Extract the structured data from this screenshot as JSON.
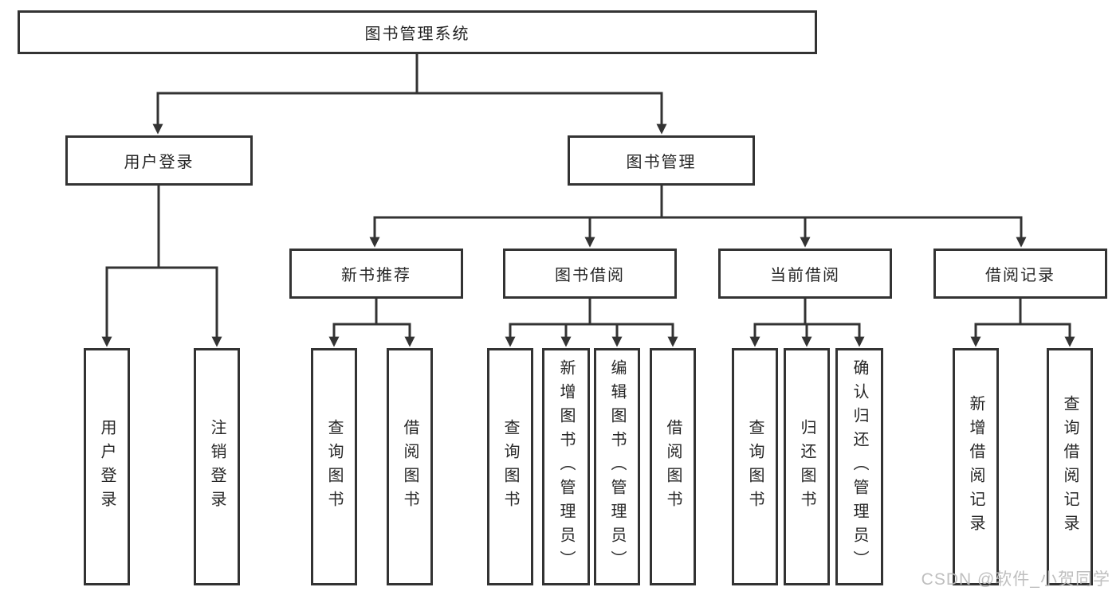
{
  "diagram_type": "hierarchy-tree",
  "tree": {
    "root": {
      "label": "图书管理系统"
    },
    "branches": [
      {
        "label": "用户登录",
        "leaves": [
          "用户登录",
          "注销登录"
        ]
      },
      {
        "label": "图书管理",
        "children": [
          {
            "label": "新书推荐",
            "leaves": [
              "查询图书",
              "借阅图书"
            ]
          },
          {
            "label": "图书借阅",
            "leaves": [
              "查询图书",
              "新增图书（管理员）",
              "编辑图书（管理员）",
              "借阅图书"
            ]
          },
          {
            "label": "当前借阅",
            "leaves": [
              "查询图书",
              "归还图书",
              "确认归还（管理员）"
            ]
          },
          {
            "label": "借阅记录",
            "leaves": [
              "新增借阅记录",
              "查询借阅记录"
            ]
          }
        ]
      }
    ]
  },
  "watermark": {
    "text": "CSDN @软件_小贺同学",
    "color": "#bcbcbc"
  },
  "colors": {
    "line": "#333333",
    "box_border": "#333333",
    "box_fill": "#ffffff",
    "text": "#262626",
    "background": "#ffffff"
  }
}
